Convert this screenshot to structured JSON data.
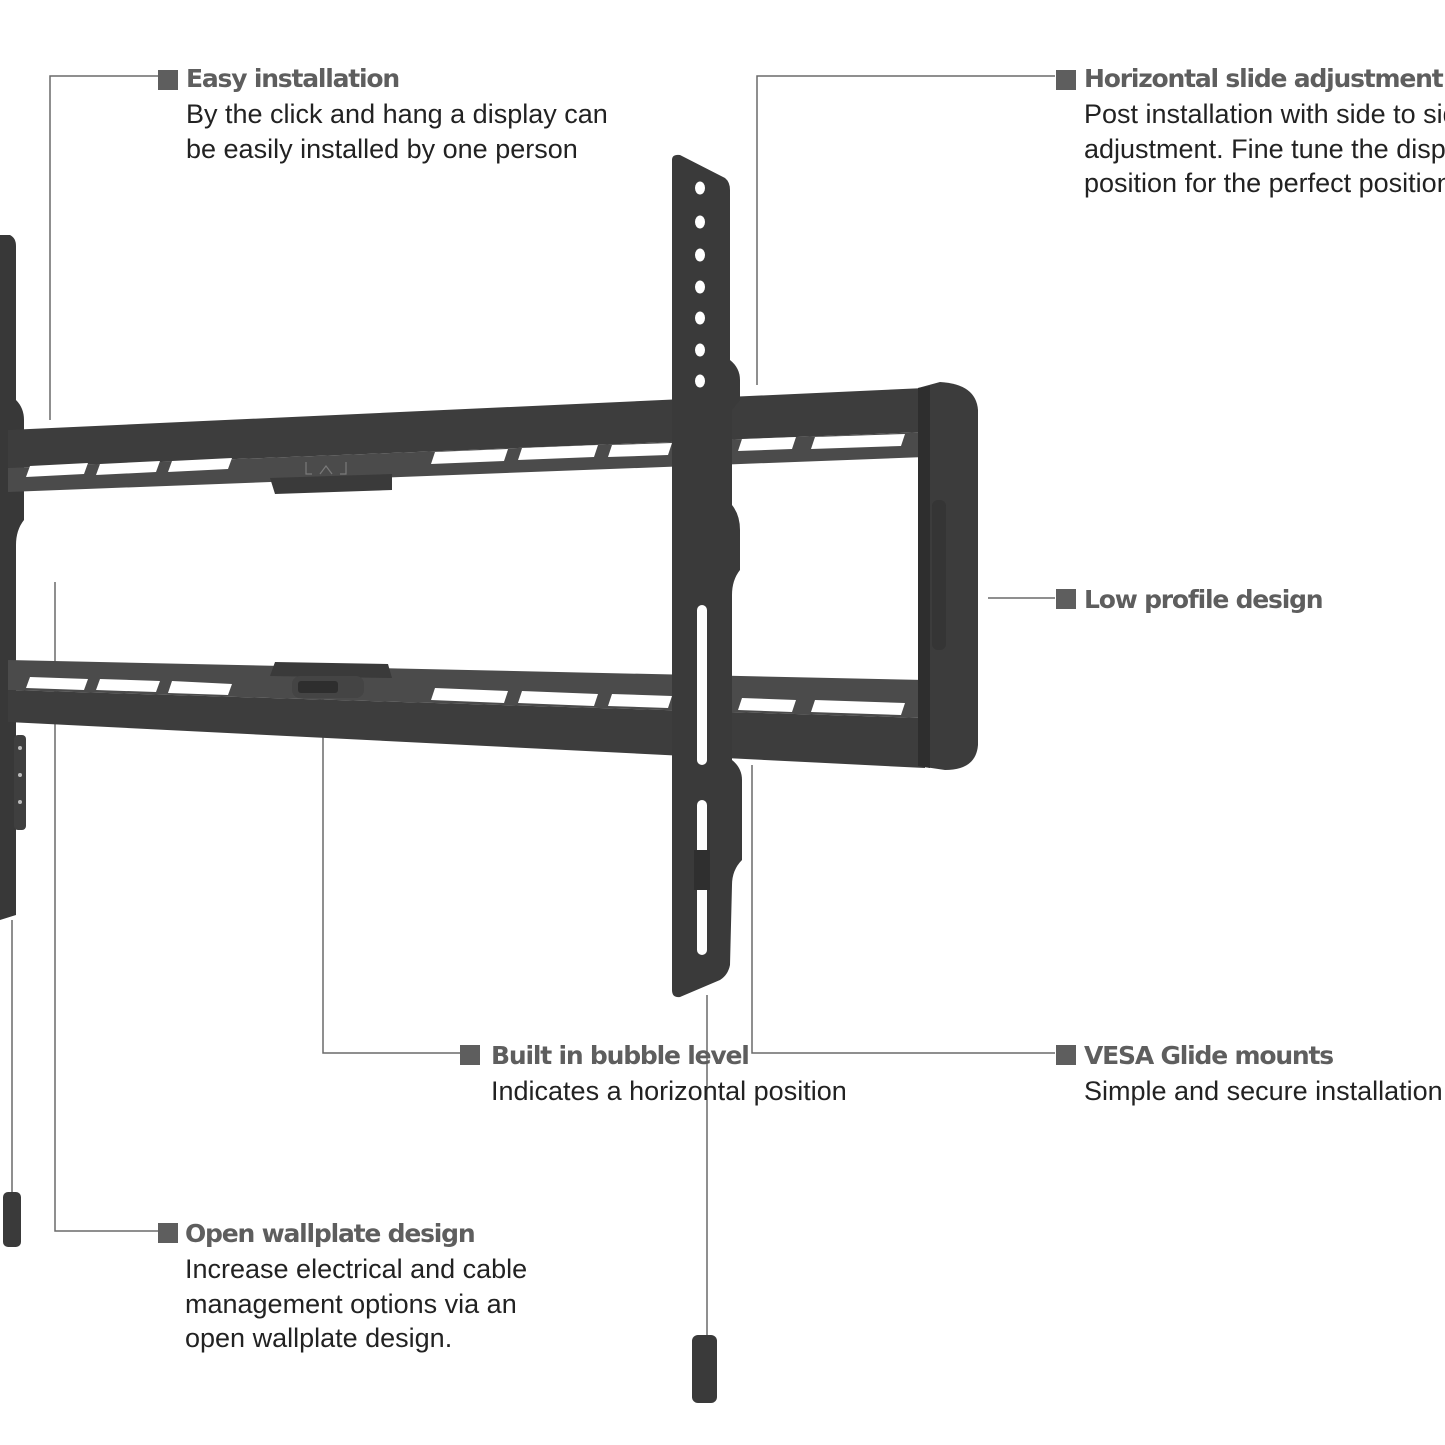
{
  "colors": {
    "mount_dark": "#383838",
    "mount_mid": "#4a4a4a",
    "leader_line": "#6a6a6a",
    "title_text": "#5e5e5e",
    "body_text": "#222222"
  },
  "callouts": {
    "easy": {
      "title": "Easy installation",
      "lines": [
        "By the click and hang a display can",
        "be easily installed by one person"
      ]
    },
    "horizontal": {
      "title": "Horizontal slide adjustment",
      "lines": [
        "Post installation with side to side",
        "adjustment. Fine tune the display",
        "position for the perfect position"
      ]
    },
    "lowprofile": {
      "title": "Low profile design",
      "lines": []
    },
    "bubble": {
      "title": "Built in bubble level",
      "lines": [
        "Indicates a horizontal position"
      ]
    },
    "vesa": {
      "title": "VESA Glide mounts",
      "lines": [
        "Simple and secure installation"
      ]
    },
    "wallplate": {
      "title": "Open wallplate design",
      "lines": [
        "Increase electrical and cable",
        "management options via an",
        "open wallplate design."
      ]
    }
  }
}
